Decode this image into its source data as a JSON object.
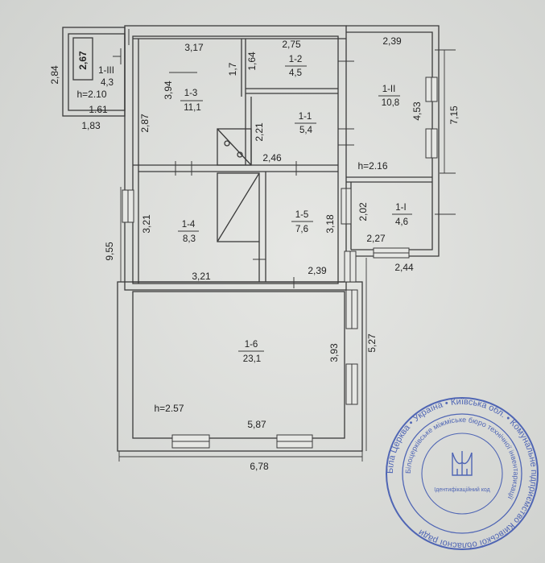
{
  "rooms": [
    {
      "id": "1-III",
      "area": "4,3",
      "height": "h=2.10"
    },
    {
      "id": "1-3",
      "area": "11,1"
    },
    {
      "id": "1-2",
      "area": "4,5"
    },
    {
      "id": "1-1",
      "area": "5,4"
    },
    {
      "id": "1-II",
      "area": "10,8",
      "height": "h=2.16"
    },
    {
      "id": "1-I",
      "area": "4,6"
    },
    {
      "id": "1-4",
      "area": "8,3"
    },
    {
      "id": "1-5",
      "area": "7,6"
    },
    {
      "id": "1-6",
      "area": "23,1",
      "height": "h=2.57"
    }
  ],
  "dimensions": {
    "d_2_84": "2,84",
    "d_2_67": "2,67",
    "d_1_61": "1.61",
    "d_1_83": "1,83",
    "d_3_17": "3,17",
    "d_3_94": "3,94",
    "d_2_87": "2,87",
    "d_1_7": "1,7",
    "d_2_75": "2,75",
    "d_1_64": "1,64",
    "d_2_21": "2,21",
    "d_2_46": "2,46",
    "d_2_39_top": "2,39",
    "d_4_53": "4,53",
    "d_7_15": "7,15",
    "d_2_02": "2,02",
    "d_2_27": "2,27",
    "d_2_44": "2,44",
    "d_3_21_v": "3,21",
    "d_3_18": "3,18",
    "d_9_55": "9,55",
    "d_3_21_h": "3,21",
    "d_2_39_mid": "2,39",
    "d_3_93": "3,93",
    "d_5_27": "5,27",
    "d_5_87": "5,87",
    "d_6_78": "6,78"
  },
  "stamp": {
    "outer_text": "Біла Церква • Україна • Київська обл. • Комунальне підприємство Київської обласної ради",
    "inner_text": "Білоцерківське міжміське бюро технічної інвентаризації",
    "center_text": "Ідентифікаційний код",
    "color": "#3d56b0"
  },
  "colors": {
    "ink": "#333333",
    "paper": "#e3e4e1",
    "stamp": "#3d56b0"
  }
}
